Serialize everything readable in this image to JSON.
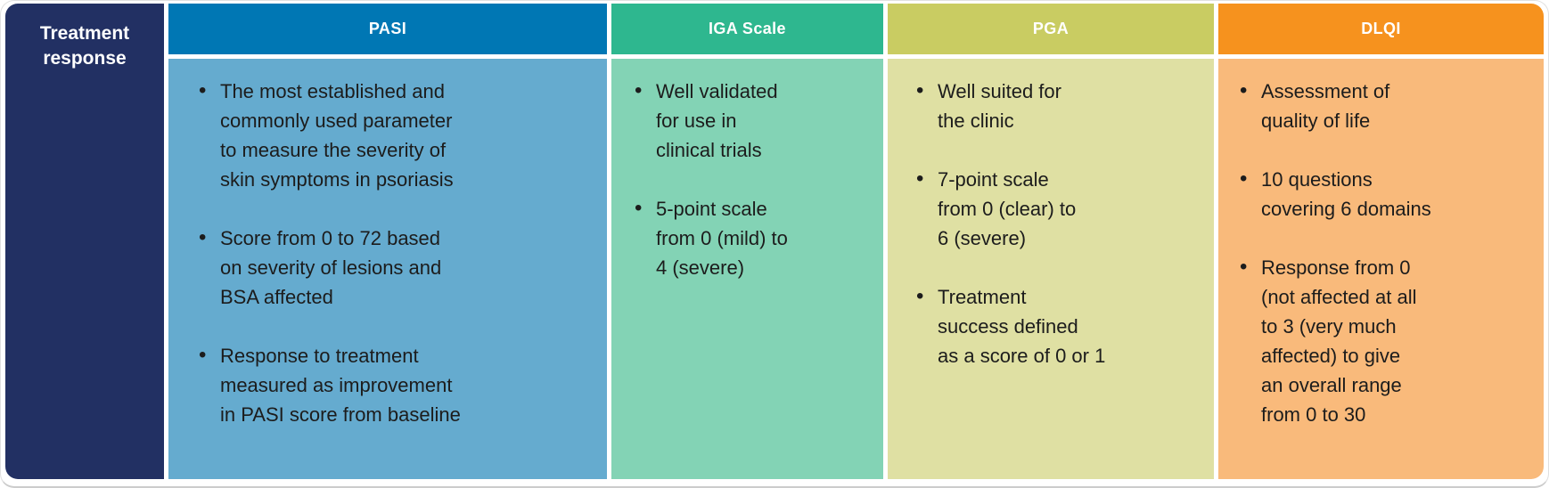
{
  "table": {
    "row_label": "Treatment response",
    "colors": {
      "row_label_bg": "#223063",
      "header_text": "#ffffff",
      "body_text": "#1c1c1c"
    },
    "columns": [
      {
        "header": "PASI",
        "header_color": "#0077B4",
        "body_color": "#65ABCF",
        "bullets": [
          "The most established and\ncommonly used parameter\nto measure the severity of\nskin symptoms in psoriasis",
          "Score from 0 to 72 based\non severity of lesions and\nBSA affected",
          "Response to treatment\nmeasured as improvement\nin PASI score from baseline"
        ]
      },
      {
        "header": "IGA Scale",
        "header_color": "#2EB78F",
        "body_color": "#83D3B5",
        "bullets": [
          "Well validated\nfor use in\nclinical trials",
          "5-point scale\nfrom 0 (mild) to\n4 (severe)"
        ]
      },
      {
        "header": "PGA",
        "header_color": "#C9CC62",
        "body_color": "#DFE0A3",
        "bullets": [
          "Well suited for\nthe clinic",
          "7-point scale\nfrom 0 (clear) to\n6 (severe)",
          "Treatment\nsuccess defined\nas a score of 0 or 1"
        ]
      },
      {
        "header": "DLQI",
        "header_color": "#F6921E",
        "body_color": "#F9BA7B",
        "bullets": [
          "Assessment of\nquality of life",
          "10 questions\ncovering 6 domains",
          "Response from 0\n(not affected at all\nto 3 (very much\naffected) to give\nan overall range\nfrom 0 to 30"
        ]
      }
    ]
  }
}
